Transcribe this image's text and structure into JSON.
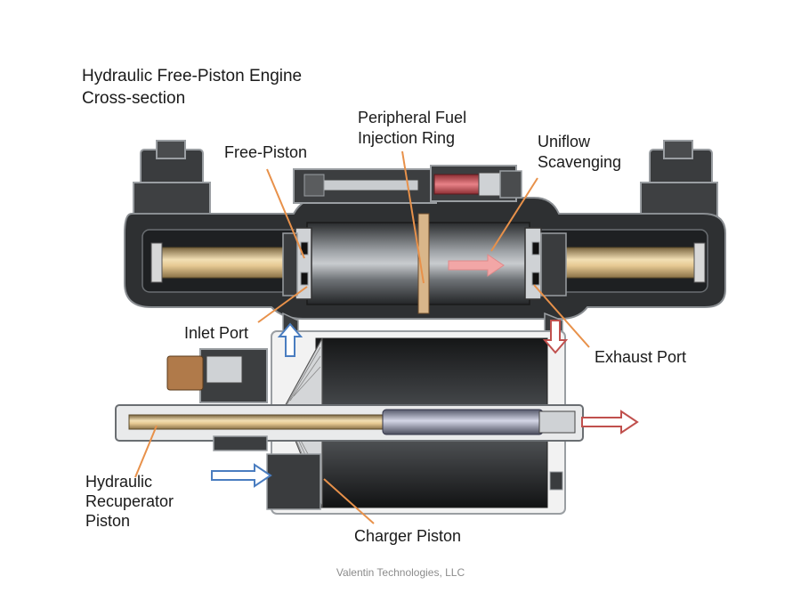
{
  "title": {
    "line1": "Hydraulic Free-Piston Engine",
    "line2": "Cross-section"
  },
  "labels": {
    "free_piston": "Free-Piston",
    "fuel_ring_1": "Peripheral Fuel",
    "fuel_ring_2": "Injection Ring",
    "uniflow_1": "Uniflow",
    "uniflow_2": "Scavenging",
    "inlet_port": "Inlet Port",
    "exhaust_port": "Exhaust Port",
    "recuperator_1": "Hydraulic",
    "recuperator_2": "Recuperator",
    "recuperator_3": "Piston",
    "charger_piston": "Charger Piston"
  },
  "credit": "Valentin Technologies, LLC",
  "colors": {
    "leader": "#e8914a",
    "flow_in": "#4a7dc0",
    "flow_out": "#c0504d",
    "scavenge": "#f2a6a6",
    "housing": "#2f3133",
    "housing_edge": "#8a8e92",
    "brass": "#d8b67a"
  },
  "icons": {
    "inlet_arrow": "hollow-arrow-right-icon",
    "outlet_arrow": "hollow-arrow-right-icon",
    "scavenge_arrow": "solid-arrow-right-icon"
  }
}
